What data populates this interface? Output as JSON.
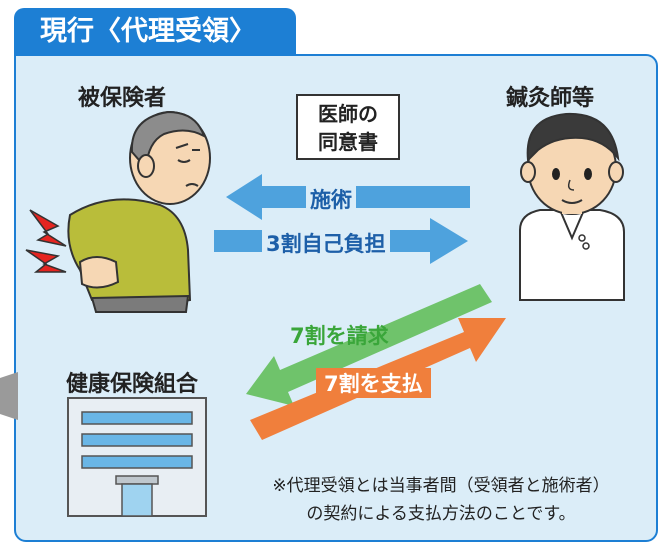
{
  "header": {
    "title": "現行〈代理受領〉"
  },
  "nodes": {
    "insured": "被保険者",
    "practitioner": "鍼灸師等",
    "insurer": "健康保険組合"
  },
  "document": {
    "line1": "医師の",
    "line2": "同意書"
  },
  "arrows": {
    "treatment": "施術",
    "copay": "3割自己負担",
    "claim": "7割を請求",
    "payment": "7割を支払"
  },
  "colors": {
    "header_blue": "#1d7fd4",
    "panel_bg": "#dbedf8",
    "arrow_blue": "#4ea2dd",
    "arrow_green": "#6fc36b",
    "arrow_orange": "#f07f3c",
    "text_green": "#3aa63a"
  },
  "footnote": {
    "line1": "※代理受領とは当事者間（受領者と施術者）",
    "line2": "の契約による支払方法のことです。"
  }
}
